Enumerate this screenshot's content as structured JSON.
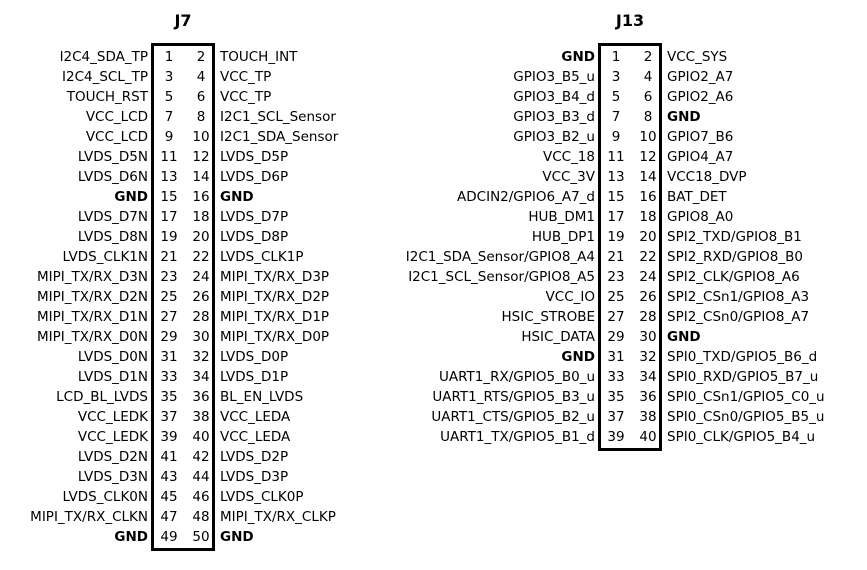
{
  "page": {
    "background_color": "#ffffff",
    "text_color": "#000000",
    "outline_color": "#000000"
  },
  "connectors": [
    {
      "title": "J7",
      "rows": [
        {
          "left": "I2C4_SDA_TP",
          "n1": "1",
          "n2": "2",
          "right": "TOUCH_INT"
        },
        {
          "left": "I2C4_SCL_TP",
          "n1": "3",
          "n2": "4",
          "right": "VCC_TP"
        },
        {
          "left": "TOUCH_RST",
          "n1": "5",
          "n2": "6",
          "right": "VCC_TP"
        },
        {
          "left": "VCC_LCD",
          "n1": "7",
          "n2": "8",
          "right": "I2C1_SCL_Sensor"
        },
        {
          "left": "VCC_LCD",
          "n1": "9",
          "n2": "10",
          "right": "I2C1_SDA_Sensor"
        },
        {
          "left": "LVDS_D5N",
          "n1": "11",
          "n2": "12",
          "right": "LVDS_D5P"
        },
        {
          "left": "LVDS_D6N",
          "n1": "13",
          "n2": "14",
          "right": "LVDS_D6P"
        },
        {
          "left": "GND",
          "n1": "15",
          "n2": "16",
          "right": "GND",
          "left_bold": true,
          "right_bold": true
        },
        {
          "left": "LVDS_D7N",
          "n1": "17",
          "n2": "18",
          "right": "LVDS_D7P"
        },
        {
          "left": "LVDS_D8N",
          "n1": "19",
          "n2": "20",
          "right": "LVDS_D8P"
        },
        {
          "left": "LVDS_CLK1N",
          "n1": "21",
          "n2": "22",
          "right": "LVDS_CLK1P"
        },
        {
          "left": "MIPI_TX/RX_D3N",
          "n1": "23",
          "n2": "24",
          "right": "MIPI_TX/RX_D3P"
        },
        {
          "left": "MIPI_TX/RX_D2N",
          "n1": "25",
          "n2": "26",
          "right": "MIPI_TX/RX_D2P"
        },
        {
          "left": "MIPI_TX/RX_D1N",
          "n1": "27",
          "n2": "28",
          "right": "MIPI_TX/RX_D1P"
        },
        {
          "left": "MIPI_TX/RX_D0N",
          "n1": "29",
          "n2": "30",
          "right": "MIPI_TX/RX_D0P"
        },
        {
          "left": "LVDS_D0N",
          "n1": "31",
          "n2": "32",
          "right": "LVDS_D0P"
        },
        {
          "left": "LVDS_D1N",
          "n1": "33",
          "n2": "34",
          "right": "LVDS_D1P"
        },
        {
          "left": "LCD_BL_LVDS",
          "n1": "35",
          "n2": "36",
          "right": "BL_EN_LVDS"
        },
        {
          "left": "VCC_LEDK",
          "n1": "37",
          "n2": "38",
          "right": "VCC_LEDA"
        },
        {
          "left": "VCC_LEDK",
          "n1": "39",
          "n2": "40",
          "right": "VCC_LEDA"
        },
        {
          "left": "LVDS_D2N",
          "n1": "41",
          "n2": "42",
          "right": "LVDS_D2P"
        },
        {
          "left": "LVDS_D3N",
          "n1": "43",
          "n2": "44",
          "right": "LVDS_D3P"
        },
        {
          "left": "LVDS_CLK0N",
          "n1": "45",
          "n2": "46",
          "right": "LVDS_CLK0P"
        },
        {
          "left": "MIPI_TX/RX_CLKN",
          "n1": "47",
          "n2": "48",
          "right": "MIPI_TX/RX_CLKP"
        },
        {
          "left": "GND",
          "n1": "49",
          "n2": "50",
          "right": "GND",
          "left_bold": true,
          "right_bold": true
        }
      ]
    },
    {
      "title": "J13",
      "rows": [
        {
          "left": "GND",
          "n1": "1",
          "n2": "2",
          "right": "VCC_SYS",
          "left_bold": true
        },
        {
          "left": "GPIO3_B5_u",
          "n1": "3",
          "n2": "4",
          "right": "GPIO2_A7"
        },
        {
          "left": "GPIO3_B4_d",
          "n1": "5",
          "n2": "6",
          "right": "GPIO2_A6"
        },
        {
          "left": "GPIO3_B3_d",
          "n1": "7",
          "n2": "8",
          "right": "GND",
          "right_bold": true
        },
        {
          "left": "GPIO3_B2_u",
          "n1": "9",
          "n2": "10",
          "right": "GPIO7_B6"
        },
        {
          "left": "VCC_18",
          "n1": "11",
          "n2": "12",
          "right": "GPIO4_A7"
        },
        {
          "left": "VCC_3V",
          "n1": "13",
          "n2": "14",
          "right": "VCC18_DVP"
        },
        {
          "left": "ADCIN2/GPIO6_A7_d",
          "n1": "15",
          "n2": "16",
          "right": "BAT_DET"
        },
        {
          "left": "HUB_DM1",
          "n1": "17",
          "n2": "18",
          "right": "GPIO8_A0"
        },
        {
          "left": "HUB_DP1",
          "n1": "19",
          "n2": "20",
          "right": "SPI2_TXD/GPIO8_B1"
        },
        {
          "left": "I2C1_SDA_Sensor/GPIO8_A4",
          "n1": "21",
          "n2": "22",
          "right": "SPI2_RXD/GPIO8_B0"
        },
        {
          "left": "I2C1_SCL_Sensor/GPIO8_A5",
          "n1": "23",
          "n2": "24",
          "right": "SPI2_CLK/GPIO8_A6"
        },
        {
          "left": "VCC_IO",
          "n1": "25",
          "n2": "26",
          "right": "SPI2_CSn1/GPIO8_A3"
        },
        {
          "left": "HSIC_STROBE",
          "n1": "27",
          "n2": "28",
          "right": "SPI2_CSn0/GPIO8_A7"
        },
        {
          "left": "HSIC_DATA",
          "n1": "29",
          "n2": "30",
          "right": "GND",
          "right_bold": true
        },
        {
          "left": "GND",
          "n1": "31",
          "n2": "32",
          "right": "SPI0_TXD/GPIO5_B6_d",
          "left_bold": true
        },
        {
          "left": "UART1_RX/GPIO5_B0_u",
          "n1": "33",
          "n2": "34",
          "right": "SPI0_RXD/GPIO5_B7_u"
        },
        {
          "left": "UART1_RTS/GPIO5_B3_u",
          "n1": "35",
          "n2": "36",
          "right": "SPI0_CSn1/GPIO5_C0_u"
        },
        {
          "left": "UART1_CTS/GPIO5_B2_u",
          "n1": "37",
          "n2": "38",
          "right": "SPI0_CSn0/GPIO5_B5_u"
        },
        {
          "left": "UART1_TX/GPIO5_B1_d",
          "n1": "39",
          "n2": "40",
          "right": "SPI0_CLK/GPIO5_B4_u"
        }
      ]
    }
  ]
}
